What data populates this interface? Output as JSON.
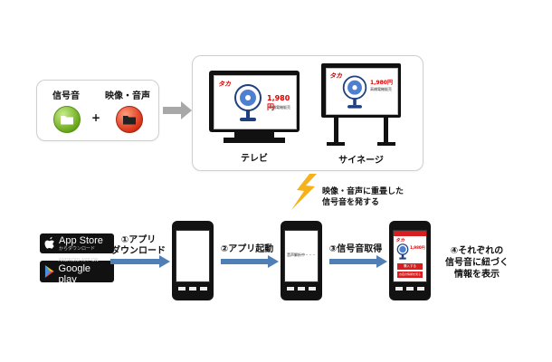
{
  "inputs": {
    "signal_label": "信号音",
    "media_label": "映像・音声",
    "plus": "+"
  },
  "displays": {
    "tv_label": "テレビ",
    "signage_label": "サイネージ",
    "tv_price": "1,980円",
    "tv_store": "高橋電機販売",
    "signage_price": "1,980円",
    "signage_store": "高橋電機販売",
    "brand": "タカ"
  },
  "broadcast_label_line1": "映像・音声に重畳した",
  "broadcast_label_line2": "信号音を発する",
  "stores": {
    "apple_small": "からダウンロード",
    "apple_big": "App Store",
    "google_small": "ANDROID APP ON",
    "google_big": "Google play"
  },
  "steps": [
    {
      "line1": "①アプリ",
      "line2": "ダウンロード"
    },
    {
      "line1": "②アプリ起動",
      "line2": ""
    },
    {
      "line1": "③信号音取得",
      "line2": ""
    },
    {
      "line1": "④それぞれの",
      "line2": "信号音に紐づく",
      "line3": "情報を表示"
    }
  ],
  "phone2_text": "音声解析中・・・",
  "phone3": {
    "price": "1,980円",
    "button1": "購入する",
    "button2": "お店の情報を見る"
  },
  "colors": {
    "arrow_blue": "#4f7fb5",
    "arrow_gray": "#a8a8a8",
    "accent_red": "#d81f1f",
    "lightning": "#f5b21a"
  }
}
